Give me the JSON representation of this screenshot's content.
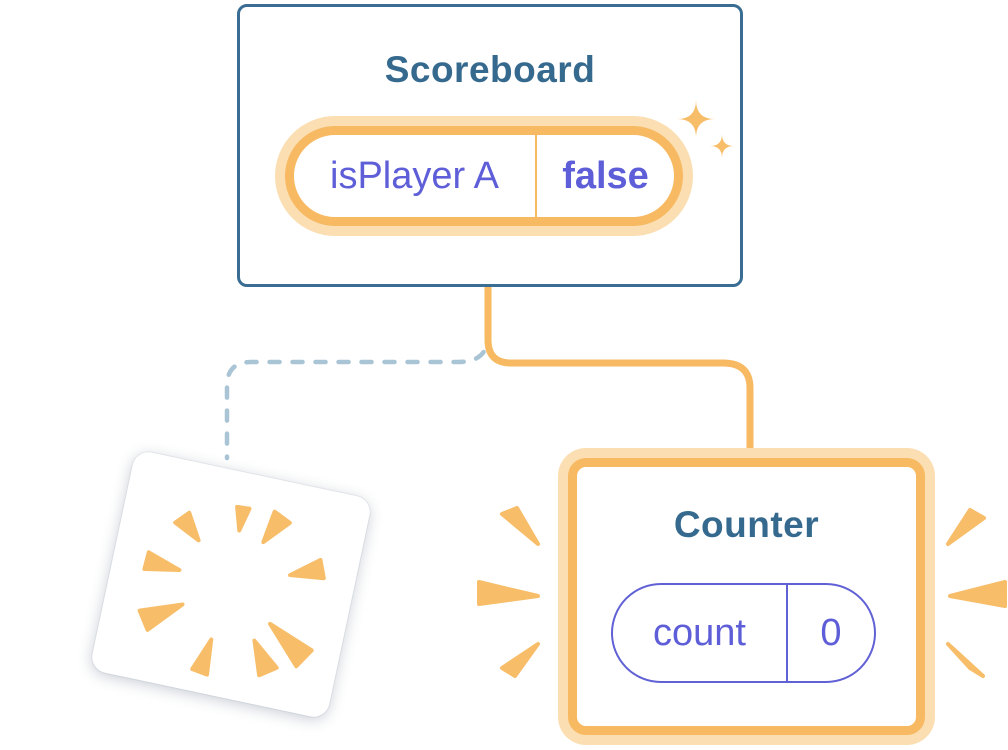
{
  "diagram": {
    "scoreboard": {
      "title": "Scoreboard",
      "state": {
        "name": "isPlayer A",
        "value": "false"
      }
    },
    "counter": {
      "title": "Counter",
      "state": {
        "name": "count",
        "value": "0"
      }
    },
    "removed_component": {
      "icon": "poof-burst-icon",
      "meaning": "component removed from tree"
    },
    "connections": [
      {
        "from": "Scoreboard",
        "to": "Counter",
        "style": "solid",
        "color": "#f7ba62"
      },
      {
        "from": "Scoreboard",
        "to": "removed-card",
        "style": "dashed",
        "color": "#a9c4d5"
      }
    ]
  },
  "colors": {
    "accent_orange": "#f7ba62",
    "accent_orange_light": "#fbdfb3",
    "card_border_blue": "#3a6d93",
    "title_text": "#356a8e",
    "state_text": "#5e5ed8",
    "state_pill_border": "#6161d6",
    "dashed_line": "#a9c4d5",
    "card_background": "#ffffff"
  }
}
